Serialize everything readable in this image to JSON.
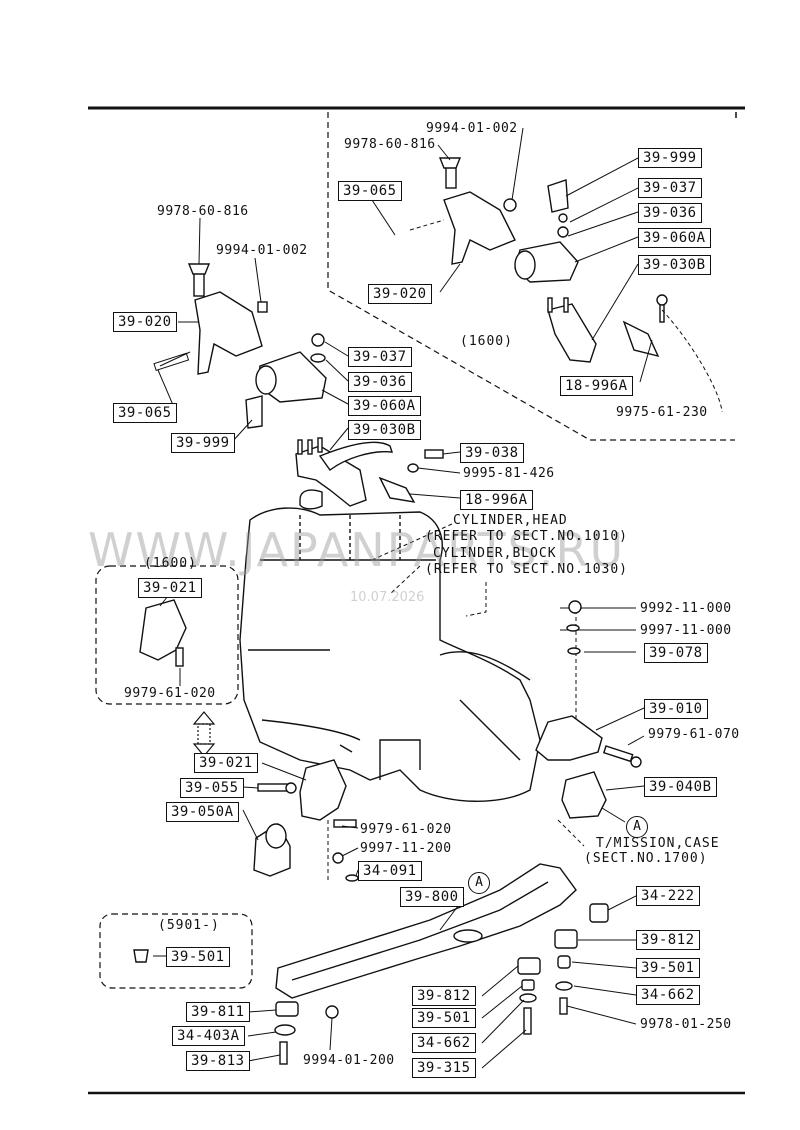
{
  "watermark": {
    "site": "WWW.JAPANPARTS.RU",
    "date": "10.07.2026"
  },
  "variant_1600": {
    "upper": "(1600)",
    "left": "(1600)",
    "dash": "(5901-)"
  },
  "notes": {
    "cyl_head": "CYLINDER,HEAD",
    "cyl_head_ref": "(REFER TO SECT.NO.1010)",
    "cyl_block": "CYLINDER,BLOCK",
    "cyl_block_ref": "(REFER TO SECT.NO.1030)",
    "tm_case": "T/MISSION,CASE",
    "tm_case_ref": "(SECT.NO.1700)"
  },
  "ref_marker": "A",
  "parts": {
    "p_39_999_a": "39-999",
    "p_39_037_a": "39-037",
    "p_39_036_a": "39-036",
    "p_39_060a_a": "39-060A",
    "p_39_030b_a": "39-030B",
    "p_39_065_a": "39-065",
    "p_39_020_a": "39-020",
    "p_18_996a_a": "18-996A",
    "p_39_020_b": "39-020",
    "p_39_065_b": "39-065",
    "p_39_999_b": "39-999",
    "p_39_037_b": "39-037",
    "p_39_036_b": "39-036",
    "p_39_060a_b": "39-060A",
    "p_39_030b_b": "39-030B",
    "p_39_038": "39-038",
    "p_18_996a_b": "18-996A",
    "p_39_021_a": "39-021",
    "p_39_021_b": "39-021",
    "p_39_055": "39-055",
    "p_39_050a": "39-050A",
    "p_34_091": "34-091",
    "p_39_078": "39-078",
    "p_39_010": "39-010",
    "p_39_040b": "39-040B",
    "p_39_800": "39-800",
    "p_34_222": "34-222",
    "p_39_812_a": "39-812",
    "p_39_501_a": "39-501",
    "p_34_662_a": "34-662",
    "p_39_501_b": "39-501",
    "p_39_811": "39-811",
    "p_34_403a": "34-403A",
    "p_39_813": "39-813",
    "p_39_812_b": "39-812",
    "p_39_501_c": "39-501",
    "p_34_662_b": "34-662",
    "p_39_315": "39-315"
  },
  "std_parts": {
    "s_9994_01_002_a": "9994-01-002",
    "s_9978_60_816_a": "9978-60-816",
    "s_9978_60_816_b": "9978-60-816",
    "s_9994_01_002_b": "9994-01-002",
    "s_9975_61_230": "9975-61-230",
    "s_9995_81_426": "9995-81-426",
    "s_9979_61_020_a": "9979-61-020",
    "s_9992_11_000": "9992-11-000",
    "s_9997_11_000": "9997-11-000",
    "s_9979_61_070": "9979-61-070",
    "s_9979_61_020_b": "9979-61-020",
    "s_9997_11_200": "9997-11-200",
    "s_9994_01_200": "9994-01-200",
    "s_9978_01_250": "9978-01-250"
  }
}
